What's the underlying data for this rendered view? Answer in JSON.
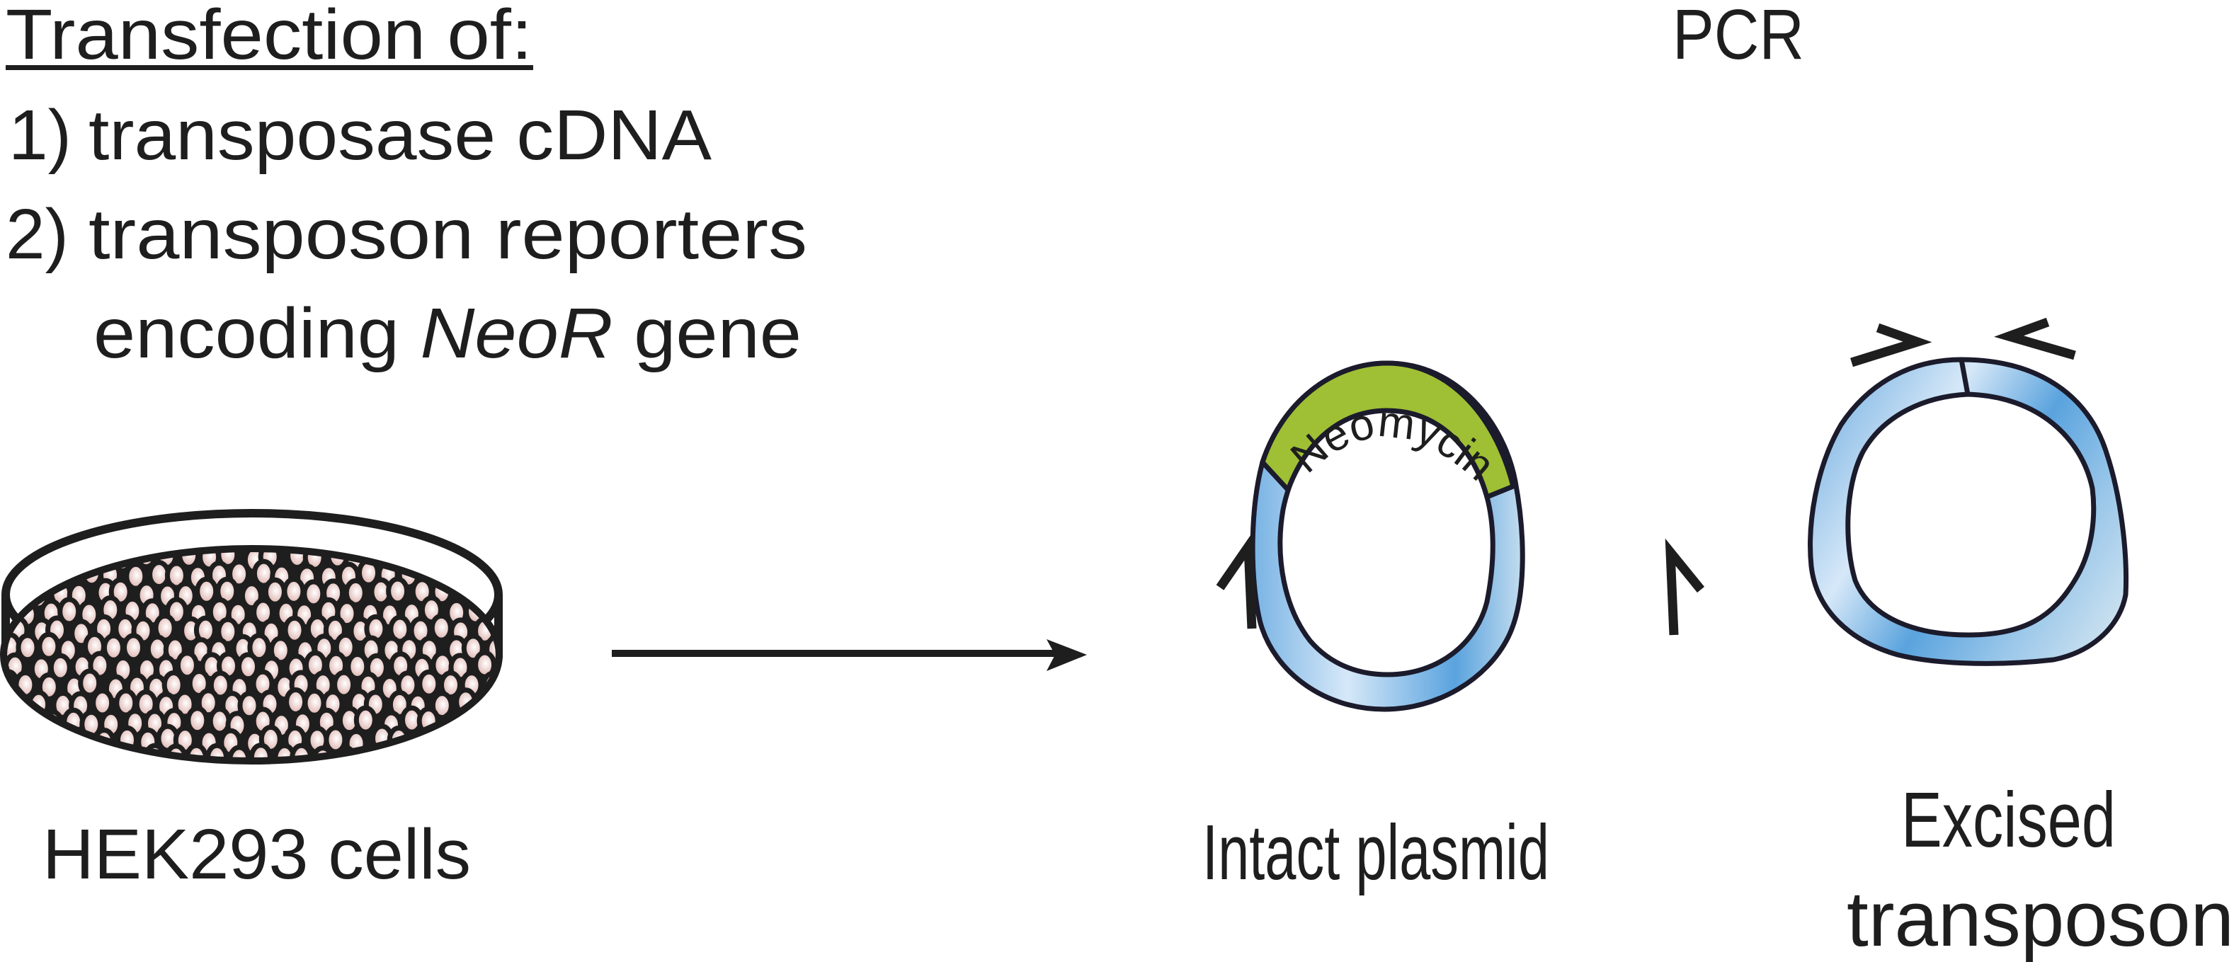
{
  "left_panel": {
    "title": "Transfection of:",
    "steps": [
      {
        "number": "1)",
        "text": "transposase cDNA"
      },
      {
        "number": "2)",
        "text": "transposon reporters"
      }
    ],
    "step2_continuation": {
      "prefix": "encoding ",
      "gene": "NeoR",
      "suffix": " gene"
    },
    "dish_label": "HEK293 cells"
  },
  "right_panel": {
    "header": "PCR",
    "intact_plasmid": {
      "label": "Intact plasmid",
      "insert_label": "Neomycin"
    },
    "excised_transposon": {
      "label_line1": "Excised",
      "label_line2": "transposon"
    }
  },
  "colors": {
    "ink": "#1e1e1e",
    "outline": "#1b1b2c",
    "neomycin_green": "#9fbf35",
    "plasmid_blue_dark": "#5aa3de",
    "plasmid_blue_light": "#d6e8f8",
    "cell_pink": "#d9a8a3",
    "cell_highlight": "#ffffff"
  },
  "icons": {
    "dish": "culture-dish-icon",
    "process_arrow": "right-arrow-icon",
    "primer_forward": "primer-arrow-icon",
    "primer_reverse": "primer-arrow-icon"
  }
}
